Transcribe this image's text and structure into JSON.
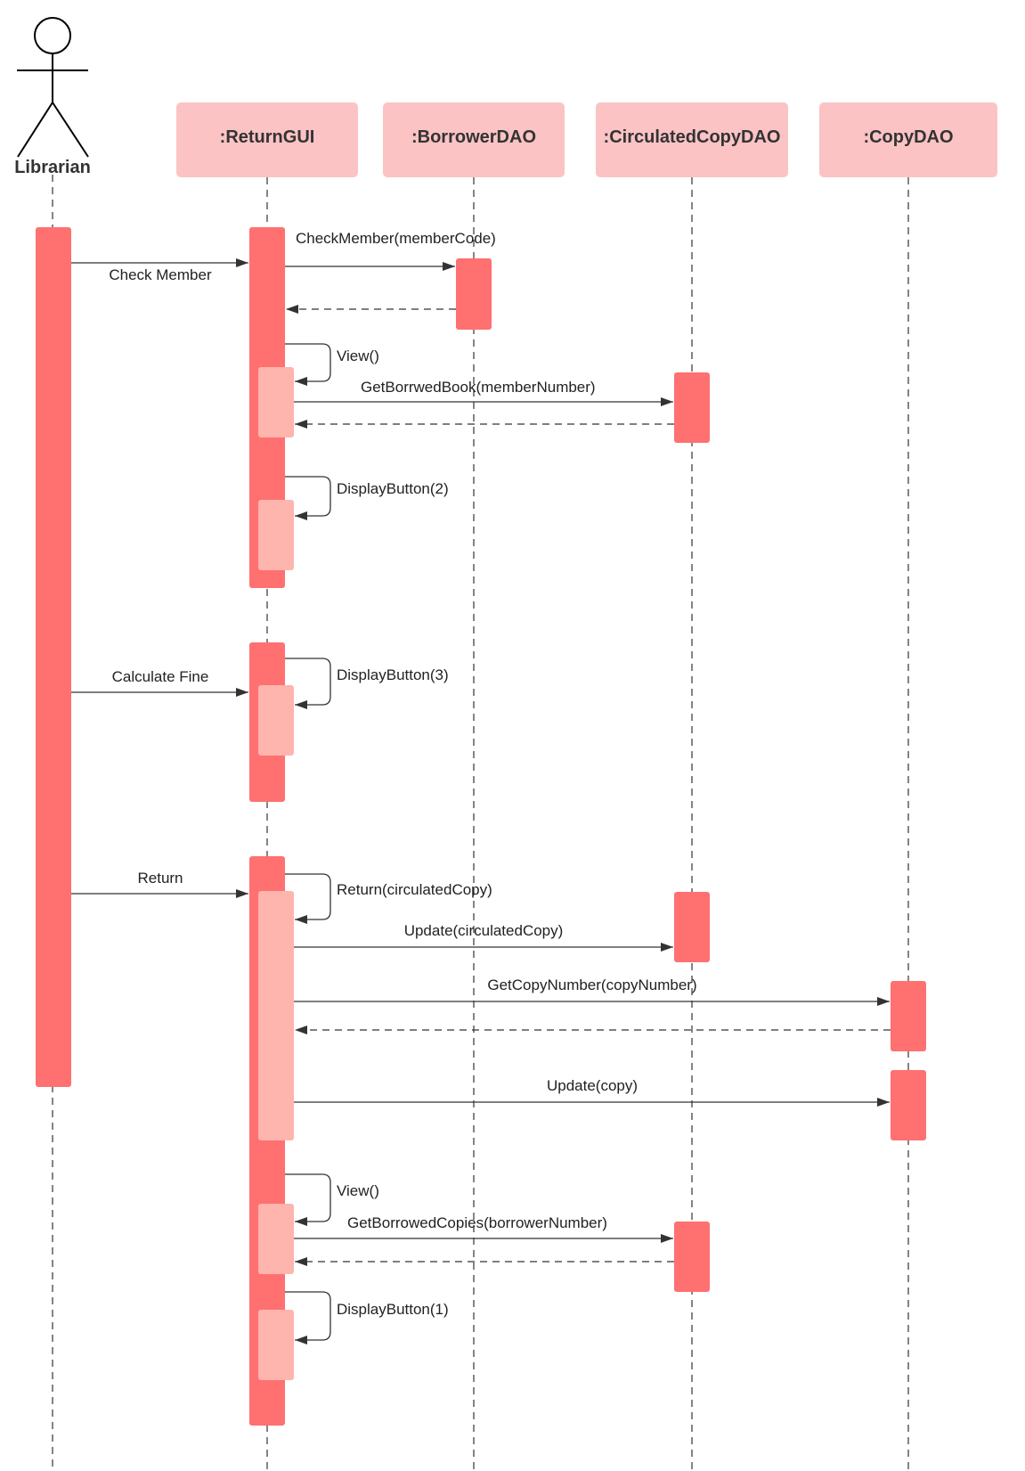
{
  "actor": {
    "label": "Librarian"
  },
  "lifelines": [
    {
      "id": "gui",
      "label": ":ReturnGUI"
    },
    {
      "id": "borrower",
      "label": ":BorrowerDAO"
    },
    {
      "id": "circ",
      "label": ":CirculatedCopyDAO"
    },
    {
      "id": "copy",
      "label": ":CopyDAO"
    }
  ],
  "messages": [
    {
      "id": "check-member",
      "label": "Check Member"
    },
    {
      "id": "checkmember-call",
      "label": "CheckMember(memberCode)"
    },
    {
      "id": "view-1",
      "label": "View()"
    },
    {
      "id": "getborrwedbook",
      "label": "GetBorrwedBook(memberNumber)"
    },
    {
      "id": "displaybutton-2",
      "label": "DisplayButton(2)"
    },
    {
      "id": "calculate-fine",
      "label": "Calculate Fine"
    },
    {
      "id": "displaybutton-3",
      "label": "DisplayButton(3)"
    },
    {
      "id": "return",
      "label": "Return"
    },
    {
      "id": "return-call",
      "label": "Return(circulatedCopy)"
    },
    {
      "id": "update-circ",
      "label": "Update(circulatedCopy)"
    },
    {
      "id": "getcopynumber",
      "label": "GetCopyNumber(copyNumber)"
    },
    {
      "id": "update-copy",
      "label": "Update(copy)"
    },
    {
      "id": "view-2",
      "label": "View()"
    },
    {
      "id": "getborrowedcopies",
      "label": "GetBorrowedCopies(borrowerNumber)"
    },
    {
      "id": "displaybutton-1",
      "label": "DisplayButton(1)"
    }
  ],
  "colors": {
    "head_fill": "#fcc3c5",
    "activation": "#ff7070",
    "nested_activation": "#fdb5ad",
    "line": "#333333"
  }
}
